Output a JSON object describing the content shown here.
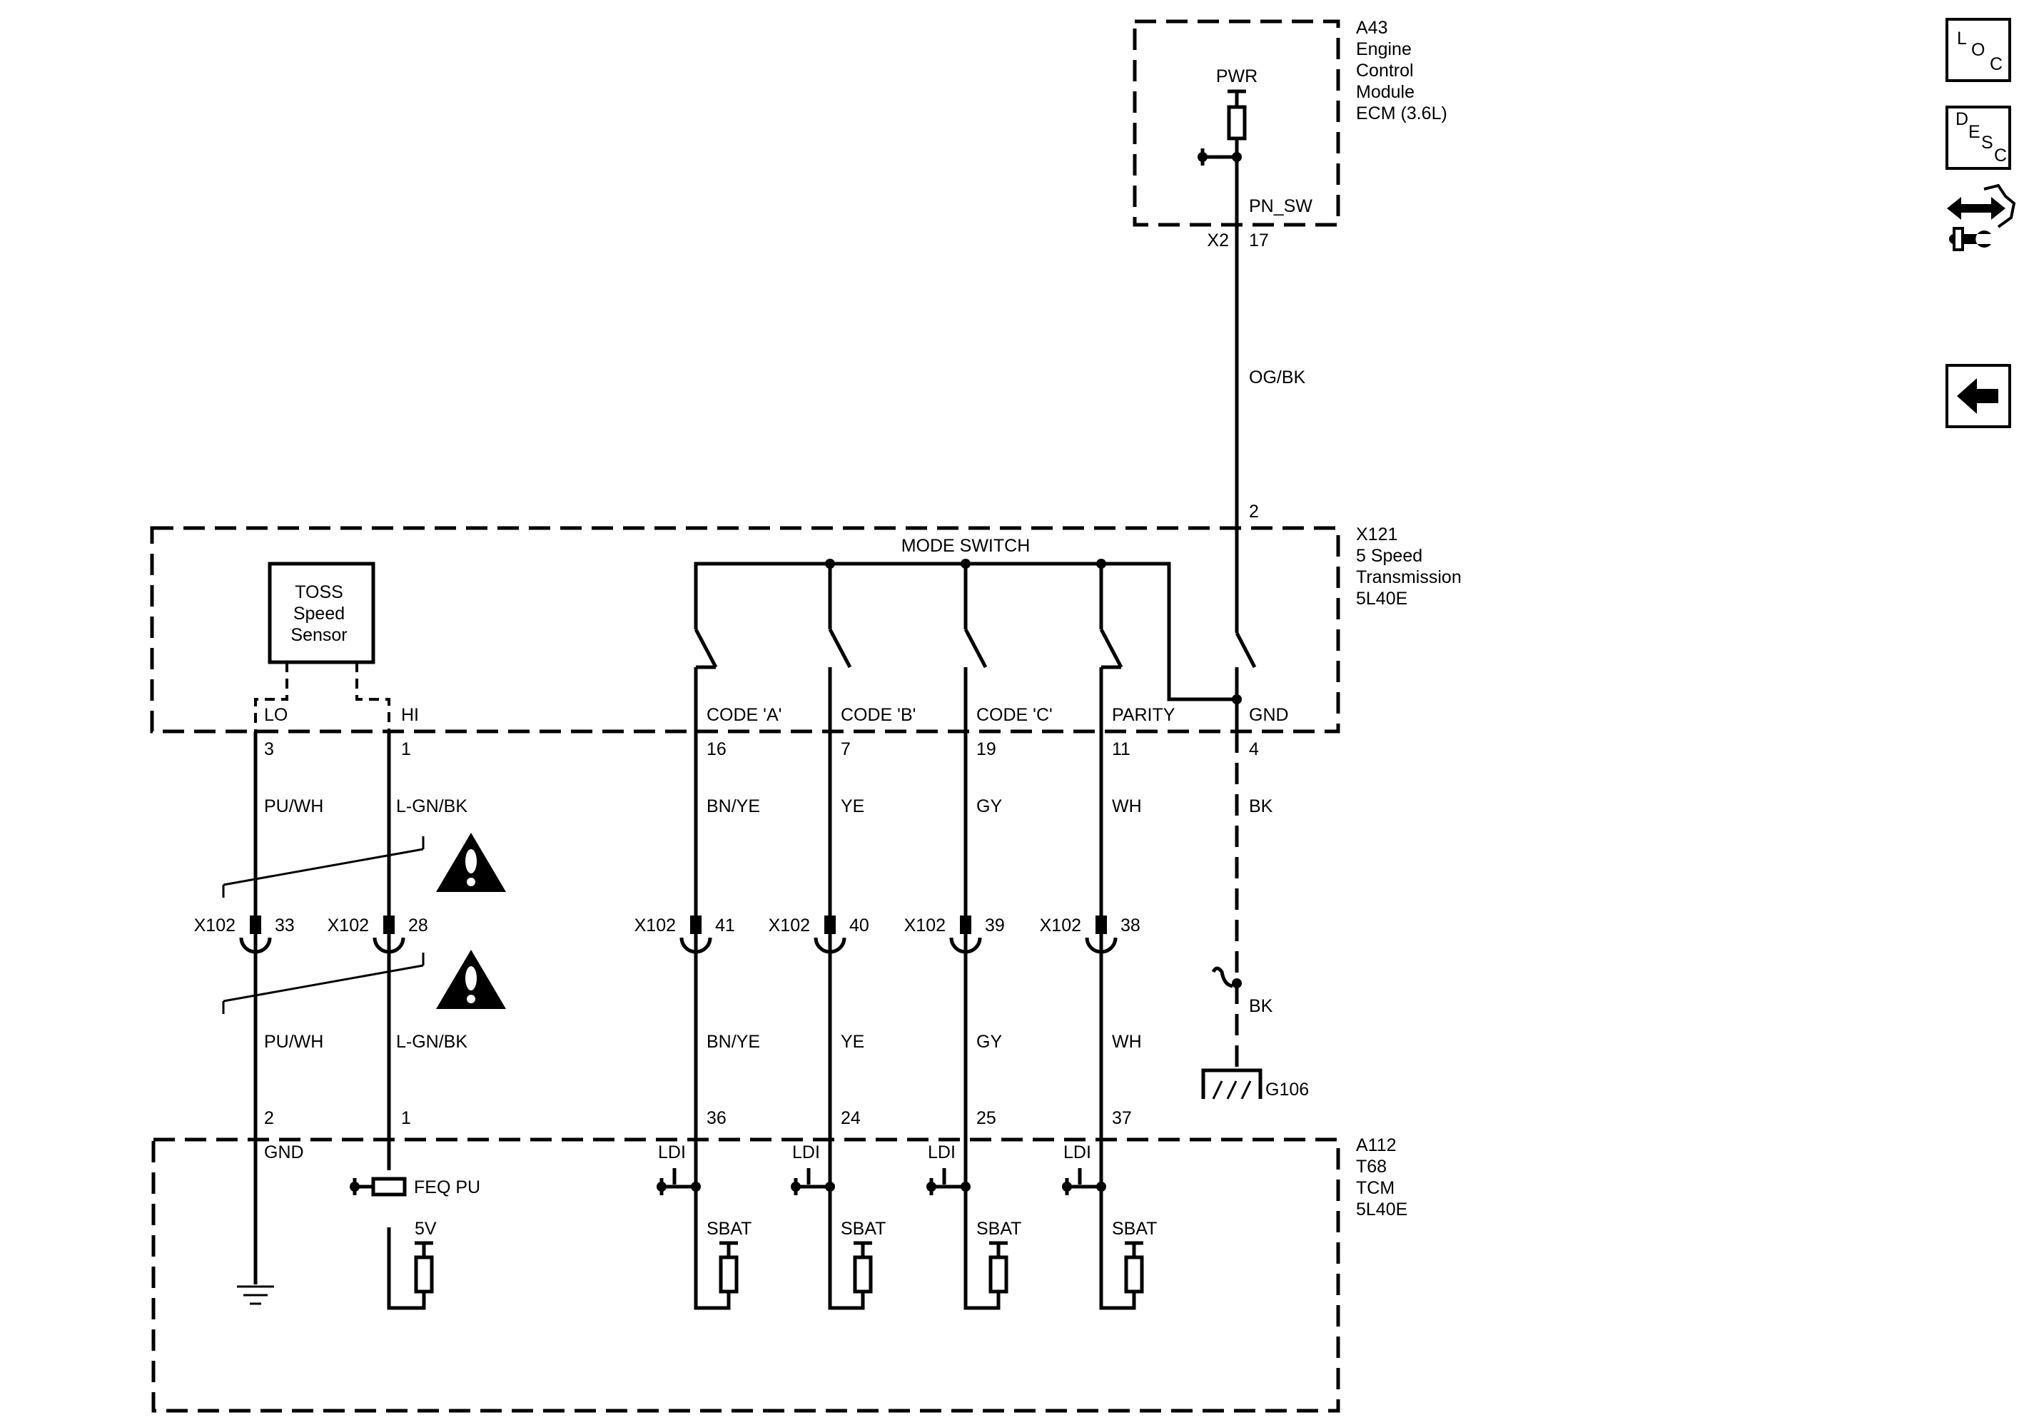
{
  "ecm": {
    "ref": "A43",
    "name_lines": [
      "Engine",
      "Control",
      "Module",
      "ECM (3.6L)"
    ],
    "pwr": "PWR",
    "signal": "PN_SW",
    "connector": "X2",
    "pin": "17"
  },
  "wire_ecm_trans": {
    "color": "OG/BK",
    "trans_pin": "2"
  },
  "transmission": {
    "ref": "X121",
    "name_lines": [
      "5 Speed",
      "Transmission",
      "5L40E"
    ],
    "mode_switch": "MODE SWITCH",
    "gnd_label": "GND",
    "gnd_pin": "4"
  },
  "toss": {
    "lines": [
      "TOSS",
      "Speed",
      "Sensor"
    ]
  },
  "signals": [
    {
      "label": "LO",
      "pin": "3",
      "wire": "PU/WH",
      "x102": "X102",
      "x102_pin": "33",
      "wire2": "PU/WH",
      "tcm_pin": "2",
      "tcm_label": "GND"
    },
    {
      "label": "HI",
      "pin": "1",
      "wire": "L-GN/BK",
      "x102": "X102",
      "x102_pin": "28",
      "wire2": "L-GN/BK",
      "tcm_pin": "1",
      "tcm_label": "FEQ PU",
      "tcm_supply": "5V"
    },
    {
      "label": "CODE 'A'",
      "pin": "16",
      "wire": "BN/YE",
      "x102": "X102",
      "x102_pin": "41",
      "wire2": "BN/YE",
      "tcm_pin": "36",
      "ldi": "LDI",
      "sbat": "SBAT"
    },
    {
      "label": "CODE 'B'",
      "pin": "7",
      "wire": "YE",
      "x102": "X102",
      "x102_pin": "40",
      "wire2": "YE",
      "tcm_pin": "24",
      "ldi": "LDI",
      "sbat": "SBAT"
    },
    {
      "label": "CODE 'C'",
      "pin": "19",
      "wire": "GY",
      "x102": "X102",
      "x102_pin": "39",
      "wire2": "GY",
      "tcm_pin": "25",
      "ldi": "LDI",
      "sbat": "SBAT"
    },
    {
      "label": "PARITY",
      "pin": "11",
      "wire": "WH",
      "x102": "X102",
      "x102_pin": "38",
      "wire2": "WH",
      "tcm_pin": "37",
      "ldi": "LDI",
      "sbat": "SBAT"
    }
  ],
  "ground": {
    "wire": "BK",
    "wire2": "BK",
    "ref": "G106"
  },
  "tcm": {
    "ref": "A112",
    "name_lines": [
      "T68",
      "TCM",
      "5L40E"
    ]
  },
  "nav": {
    "loc": [
      "L",
      "O",
      "C"
    ],
    "desc": [
      "D",
      "E",
      "S",
      "C"
    ]
  }
}
